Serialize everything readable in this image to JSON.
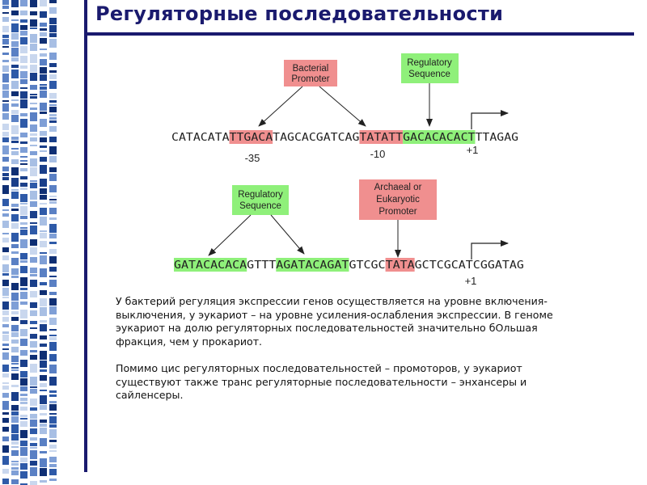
{
  "slide": {
    "title": "Регуляторные последовательности"
  },
  "colors": {
    "accent": "#1a1a6e",
    "promoter_highlight": "#f08f8f",
    "regulatory_highlight": "#8ff07a"
  },
  "diagram_top": {
    "label_bacterial": "Bacterial Promoter",
    "label_regulatory": "Regulatory Sequence",
    "seq_segments": [
      "CATACATA",
      "TTGACA",
      "TAGCACGATCAG",
      "TATATT",
      "GACACACACT",
      "TTAGAG"
    ],
    "pos_minus35": "-35",
    "pos_minus10": "-10",
    "pos_plus1": "+1"
  },
  "diagram_bottom": {
    "label_regulatory": "Regulatory Sequence",
    "label_archaeal": "Archaeal or Eukaryotic Promoter",
    "seq_segments": [
      "GATACACACA",
      "GTTT",
      "AGATACAGAT",
      "GTCGC",
      "TATA",
      "GCTCGCATCGGATAG"
    ],
    "pos_plus1": "+1"
  },
  "body": {
    "paragraph1": "У бактерий регуляция экспрессии генов осуществляется на уровне включения-выключения, у эукариот – на уровне усиления-ослабления экспрессии. В геноме эукариот на долю регуляторных последовательностей значительно бОльшая фракция, чем у прокариот.",
    "paragraph2": "Помимо цис регуляторных последовательностей – промоторов, у эукариот существуют также транс регуляторные последовательности – энхансеры и сайленсеры."
  }
}
